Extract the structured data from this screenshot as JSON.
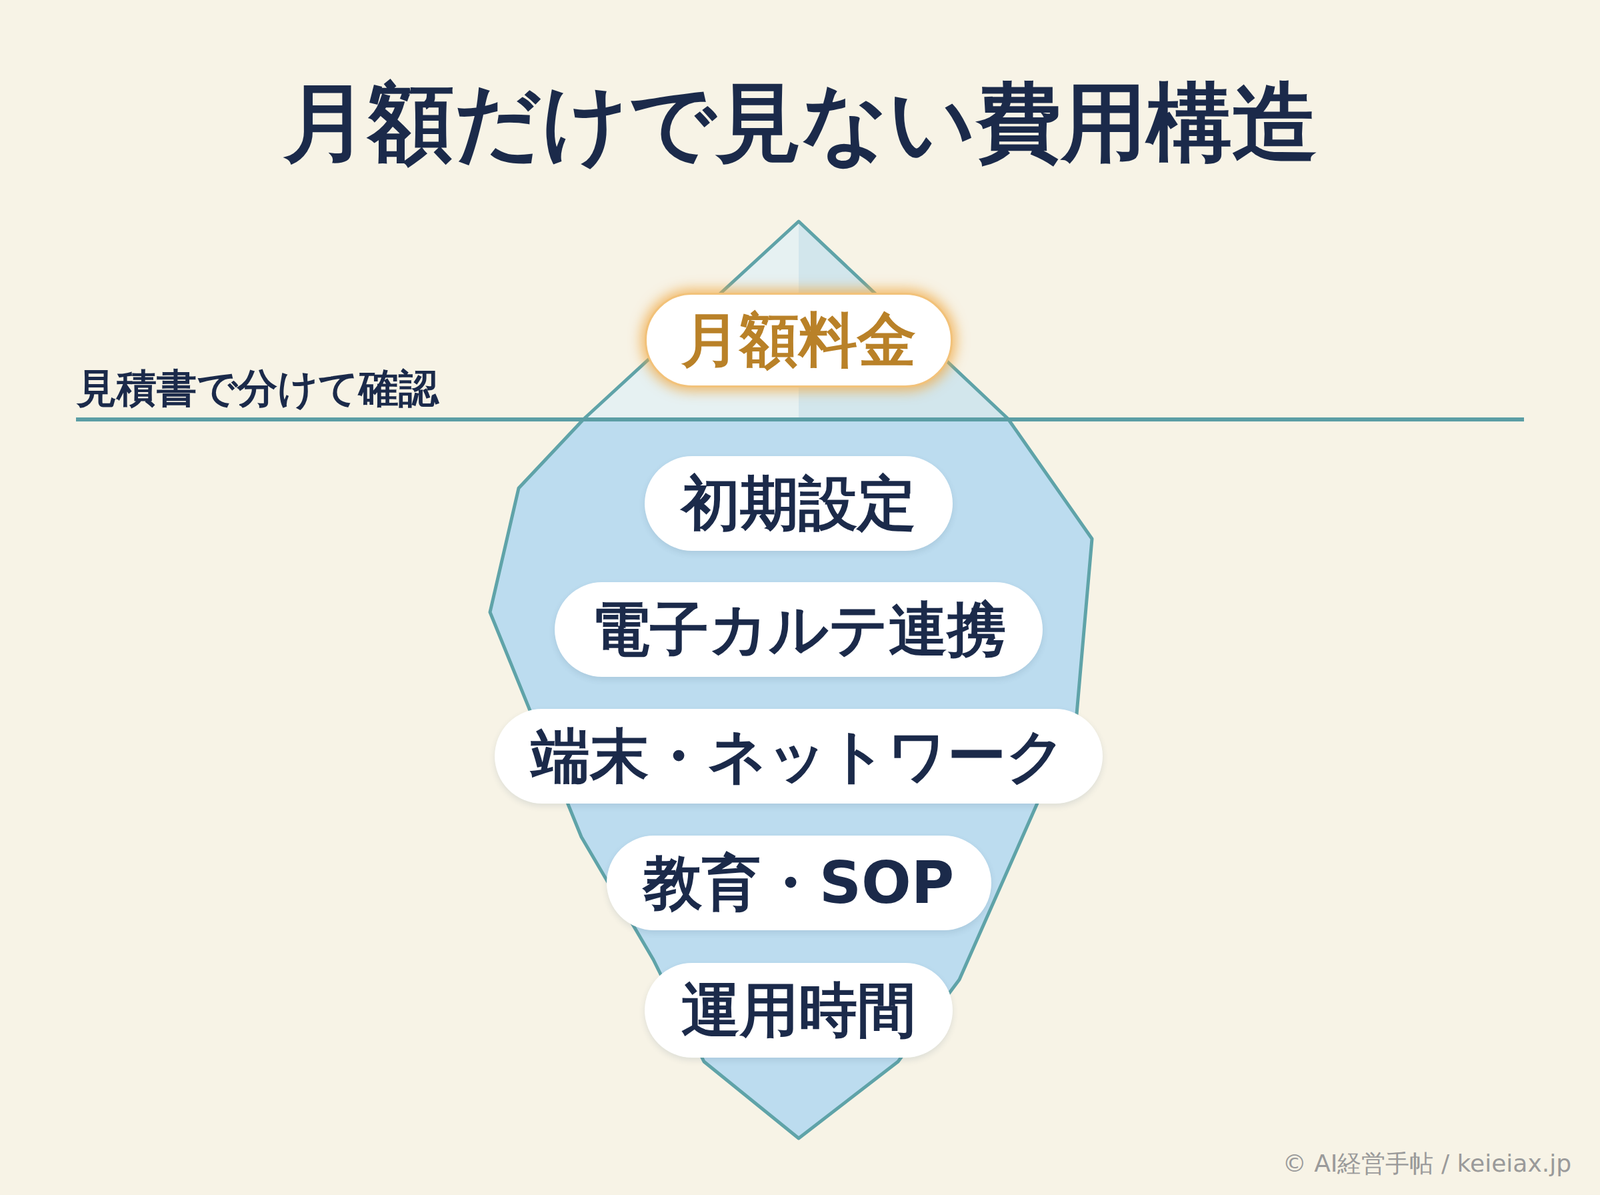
{
  "diagram": {
    "title": "月額だけで見ない費用構造",
    "nodes": [
      {
        "text": [
          "月額料金"
        ]
      },
      {
        "text": [
          "初期設定"
        ]
      },
      {
        "text": [
          "電子カルテ連携"
        ]
      },
      {
        "text": [
          "端末・ネットワーク"
        ]
      },
      {
        "text": [
          "教育・SOP"
        ]
      },
      {
        "text": [
          "運用時間"
        ]
      }
    ],
    "labels": [
      "見積書で分けて確認",
      "© AI経営手帖 / keieiax.jp"
    ]
  }
}
